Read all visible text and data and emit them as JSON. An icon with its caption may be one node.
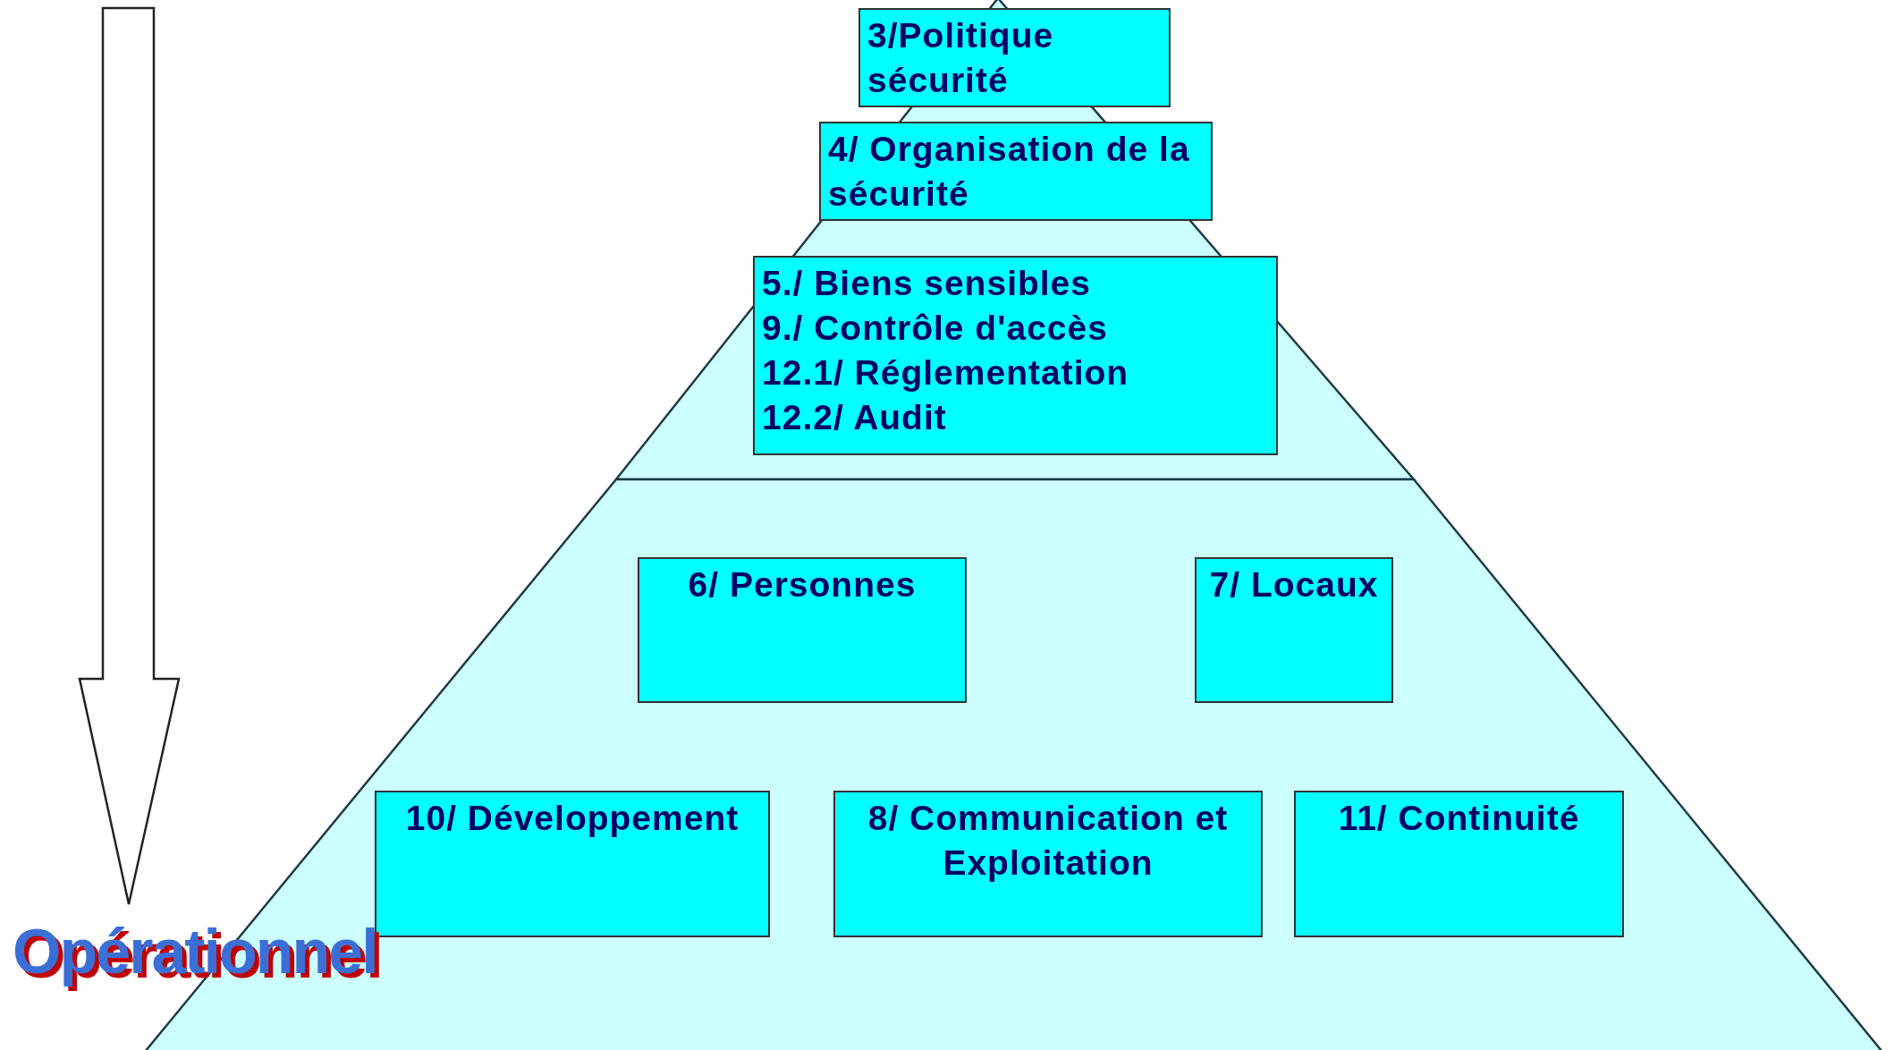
{
  "diagram": {
    "nodes": [
      {
        "text": [
          "3/Politique sécurité"
        ]
      },
      {
        "text": [
          "4/ Organisation de la sécurité"
        ]
      },
      {
        "text": [
          "5./ Biens sensibles",
          "9./ Contrôle d'accès",
          "12.1/ Réglementation",
          "12.2/ Audit"
        ]
      },
      {
        "text": [
          "6/ Personnes"
        ]
      },
      {
        "text": [
          "7/ Locaux"
        ]
      },
      {
        "text": [
          "10/ Développement"
        ]
      },
      {
        "text": [
          "8/ Communication et Exploitation"
        ]
      },
      {
        "text": [
          "11/ Continuité"
        ]
      }
    ],
    "labels": [
      "Opérationnel"
    ]
  }
}
